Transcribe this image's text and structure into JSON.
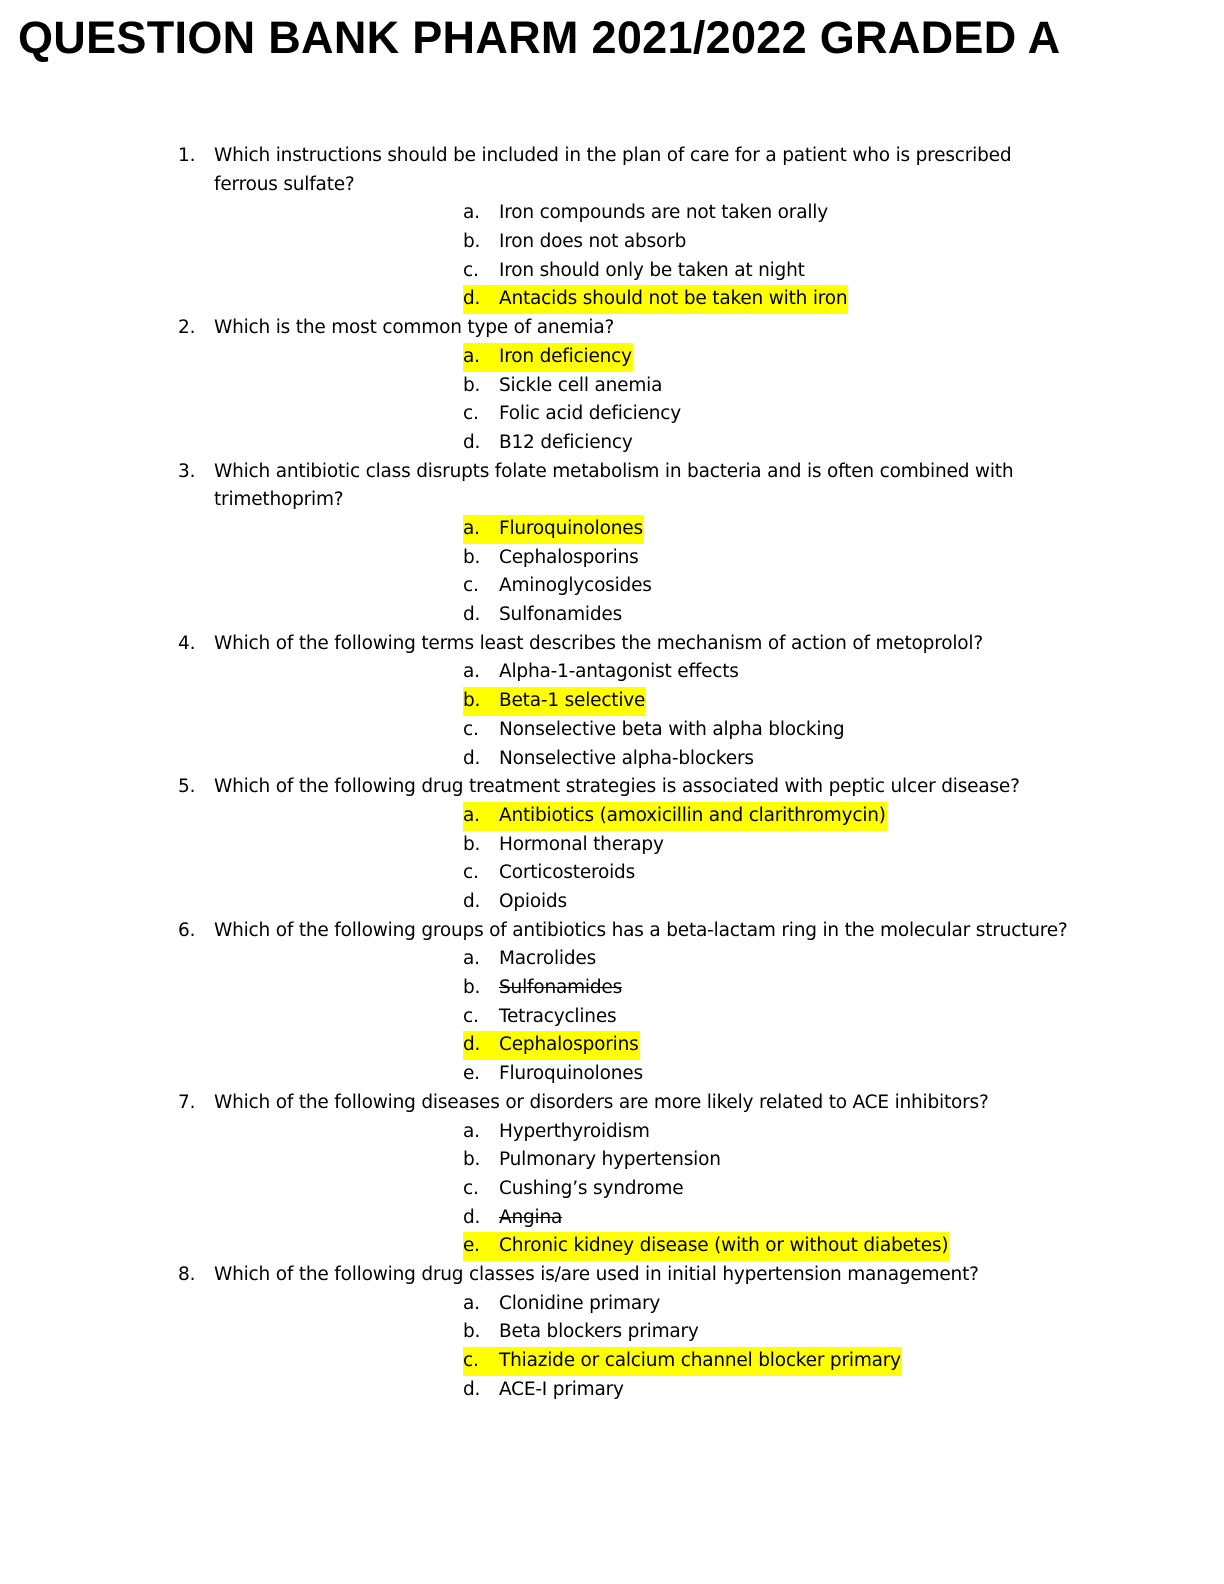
{
  "document": {
    "title": "QUESTION BANK PHARM 2021/2022  GRADED A"
  },
  "questions": [
    {
      "number": "1.",
      "text": "Which instructions should be included in the plan of care for a patient who is prescribed ferrous sulfate?",
      "options": [
        {
          "letter": "a.",
          "text": "Iron compounds are not taken orally",
          "style": "normal"
        },
        {
          "letter": "b.",
          "text": "Iron does not absorb",
          "style": "normal"
        },
        {
          "letter": "c.",
          "text": "Iron should only be taken at night",
          "style": "normal"
        },
        {
          "letter": "d.",
          "text": "Antacids should not be taken with iron",
          "style": "highlighted"
        }
      ]
    },
    {
      "number": "2.",
      "text": "Which is the most common type of anemia?",
      "options": [
        {
          "letter": "a.",
          "text": "Iron deficiency",
          "style": "highlighted"
        },
        {
          "letter": "b.",
          "text": "Sickle cell anemia",
          "style": "normal"
        },
        {
          "letter": "c.",
          "text": "Folic acid deficiency",
          "style": "normal"
        },
        {
          "letter": "d.",
          "text": "B12 deficiency",
          "style": "normal"
        }
      ]
    },
    {
      "number": "3.",
      "text": "Which antibiotic class disrupts folate metabolism in bacteria and is often combined with trimethoprim?",
      "options": [
        {
          "letter": "a.",
          "text": "Fluroquinolones",
          "style": "highlighted"
        },
        {
          "letter": "b.",
          "text": "Cephalosporins",
          "style": "normal"
        },
        {
          "letter": "c.",
          "text": "Aminoglycosides",
          "style": "normal"
        },
        {
          "letter": "d.",
          "text": "Sulfonamides",
          "style": "normal"
        }
      ]
    },
    {
      "number": "4.",
      "text": "Which of the following terms least describes the mechanism of action of metoprolol?",
      "options": [
        {
          "letter": "a.",
          "text": "Alpha-1-antagonist effects",
          "style": "normal"
        },
        {
          "letter": "b.",
          "text": "Beta-1 selective",
          "style": "highlighted"
        },
        {
          "letter": "c.",
          "text": "Nonselective beta with alpha blocking",
          "style": "normal"
        },
        {
          "letter": "d.",
          "text": "Nonselective alpha-blockers",
          "style": "normal"
        }
      ]
    },
    {
      "number": "5.",
      "text": "Which of the following drug treatment strategies is associated with peptic ulcer disease?",
      "options": [
        {
          "letter": "a.",
          "text": "Antibiotics (amoxicillin and clarithromycin)",
          "style": "highlighted"
        },
        {
          "letter": "b.",
          "text": "Hormonal therapy",
          "style": "normal"
        },
        {
          "letter": "c.",
          "text": "Corticosteroids",
          "style": "normal"
        },
        {
          "letter": "d.",
          "text": "Opioids",
          "style": "normal"
        }
      ]
    },
    {
      "number": "6.",
      "text": "Which of the following groups of antibiotics has a beta-lactam ring in the molecular structure?",
      "options": [
        {
          "letter": "a.",
          "text": "Macrolides",
          "style": "normal"
        },
        {
          "letter": "b.",
          "text": "Sulfonamides",
          "style": "struck"
        },
        {
          "letter": "c.",
          "text": "Tetracyclines",
          "style": "normal"
        },
        {
          "letter": "d.",
          "text": "Cephalosporins",
          "style": "highlighted"
        },
        {
          "letter": "e.",
          "text": "Fluroquinolones",
          "style": "normal"
        }
      ]
    },
    {
      "number": "7.",
      "text": "Which of the following diseases or disorders are more likely related to ACE inhibitors?",
      "options": [
        {
          "letter": "a.",
          "text": "Hyperthyroidism",
          "style": "normal"
        },
        {
          "letter": "b.",
          "text": "Pulmonary hypertension",
          "style": "normal"
        },
        {
          "letter": "c.",
          "text": "Cushing’s syndrome",
          "style": "normal"
        },
        {
          "letter": "d.",
          "text": "Angina",
          "style": "struck"
        },
        {
          "letter": "e.",
          "text": "Chronic kidney disease (with or without diabetes)",
          "style": "highlighted"
        }
      ]
    },
    {
      "number": "8.",
      "text": "Which of the following drug classes is/are used in initial hypertension management?",
      "options": [
        {
          "letter": "a.",
          "text": "Clonidine primary",
          "style": "normal"
        },
        {
          "letter": "b.",
          "text": "Beta blockers primary",
          "style": "normal"
        },
        {
          "letter": "c.",
          "text": "Thiazide or calcium channel blocker primary",
          "style": "highlighted"
        },
        {
          "letter": "d.",
          "text": "ACE-I primary",
          "style": "normal"
        }
      ]
    }
  ],
  "colors": {
    "highlight": "#ffff00",
    "text": "#000000",
    "page_background": "#ffffff"
  }
}
